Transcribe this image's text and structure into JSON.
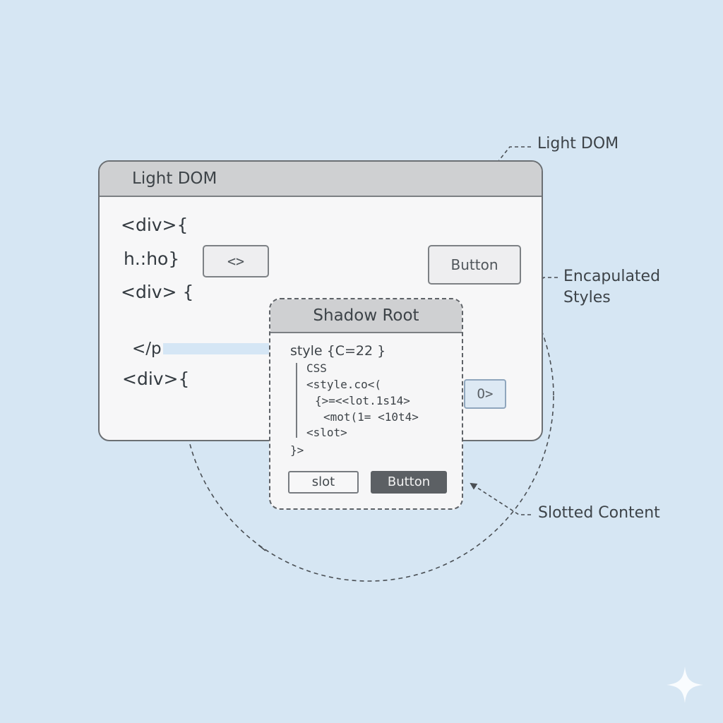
{
  "light_dom": {
    "title": "Light DOM",
    "code": [
      "<div>{",
      "h.:ho}",
      "<div> {",
      "</p",
      "<div>{"
    ],
    "icon_button": "<>",
    "button": "Button",
    "slot_button": "O>"
  },
  "shadow_root": {
    "title": "Shadow Root",
    "style_line": "style  {C=22 }",
    "css_lines": [
      "CSS",
      "<style.co<(",
      "{>=<<lot.1s14>",
      "<mot(1= <10t4>",
      "<slot>"
    ],
    "closing": "}>",
    "slot_label": "slot",
    "button_label": "Button"
  },
  "annotations": {
    "light_dom": "Light DOM",
    "encapsulated_line1": "Encapulated",
    "encapsulated_line2": "Styles",
    "slotted": "Slotted Content"
  },
  "colors": {
    "background": "#d6e6f3",
    "panel": "#f7f7f8",
    "header": "#cfd0d2",
    "stroke": "#5e6267",
    "dark_button": "#5c6064"
  },
  "icons": [
    "code-icon",
    "sparkle-icon"
  ]
}
